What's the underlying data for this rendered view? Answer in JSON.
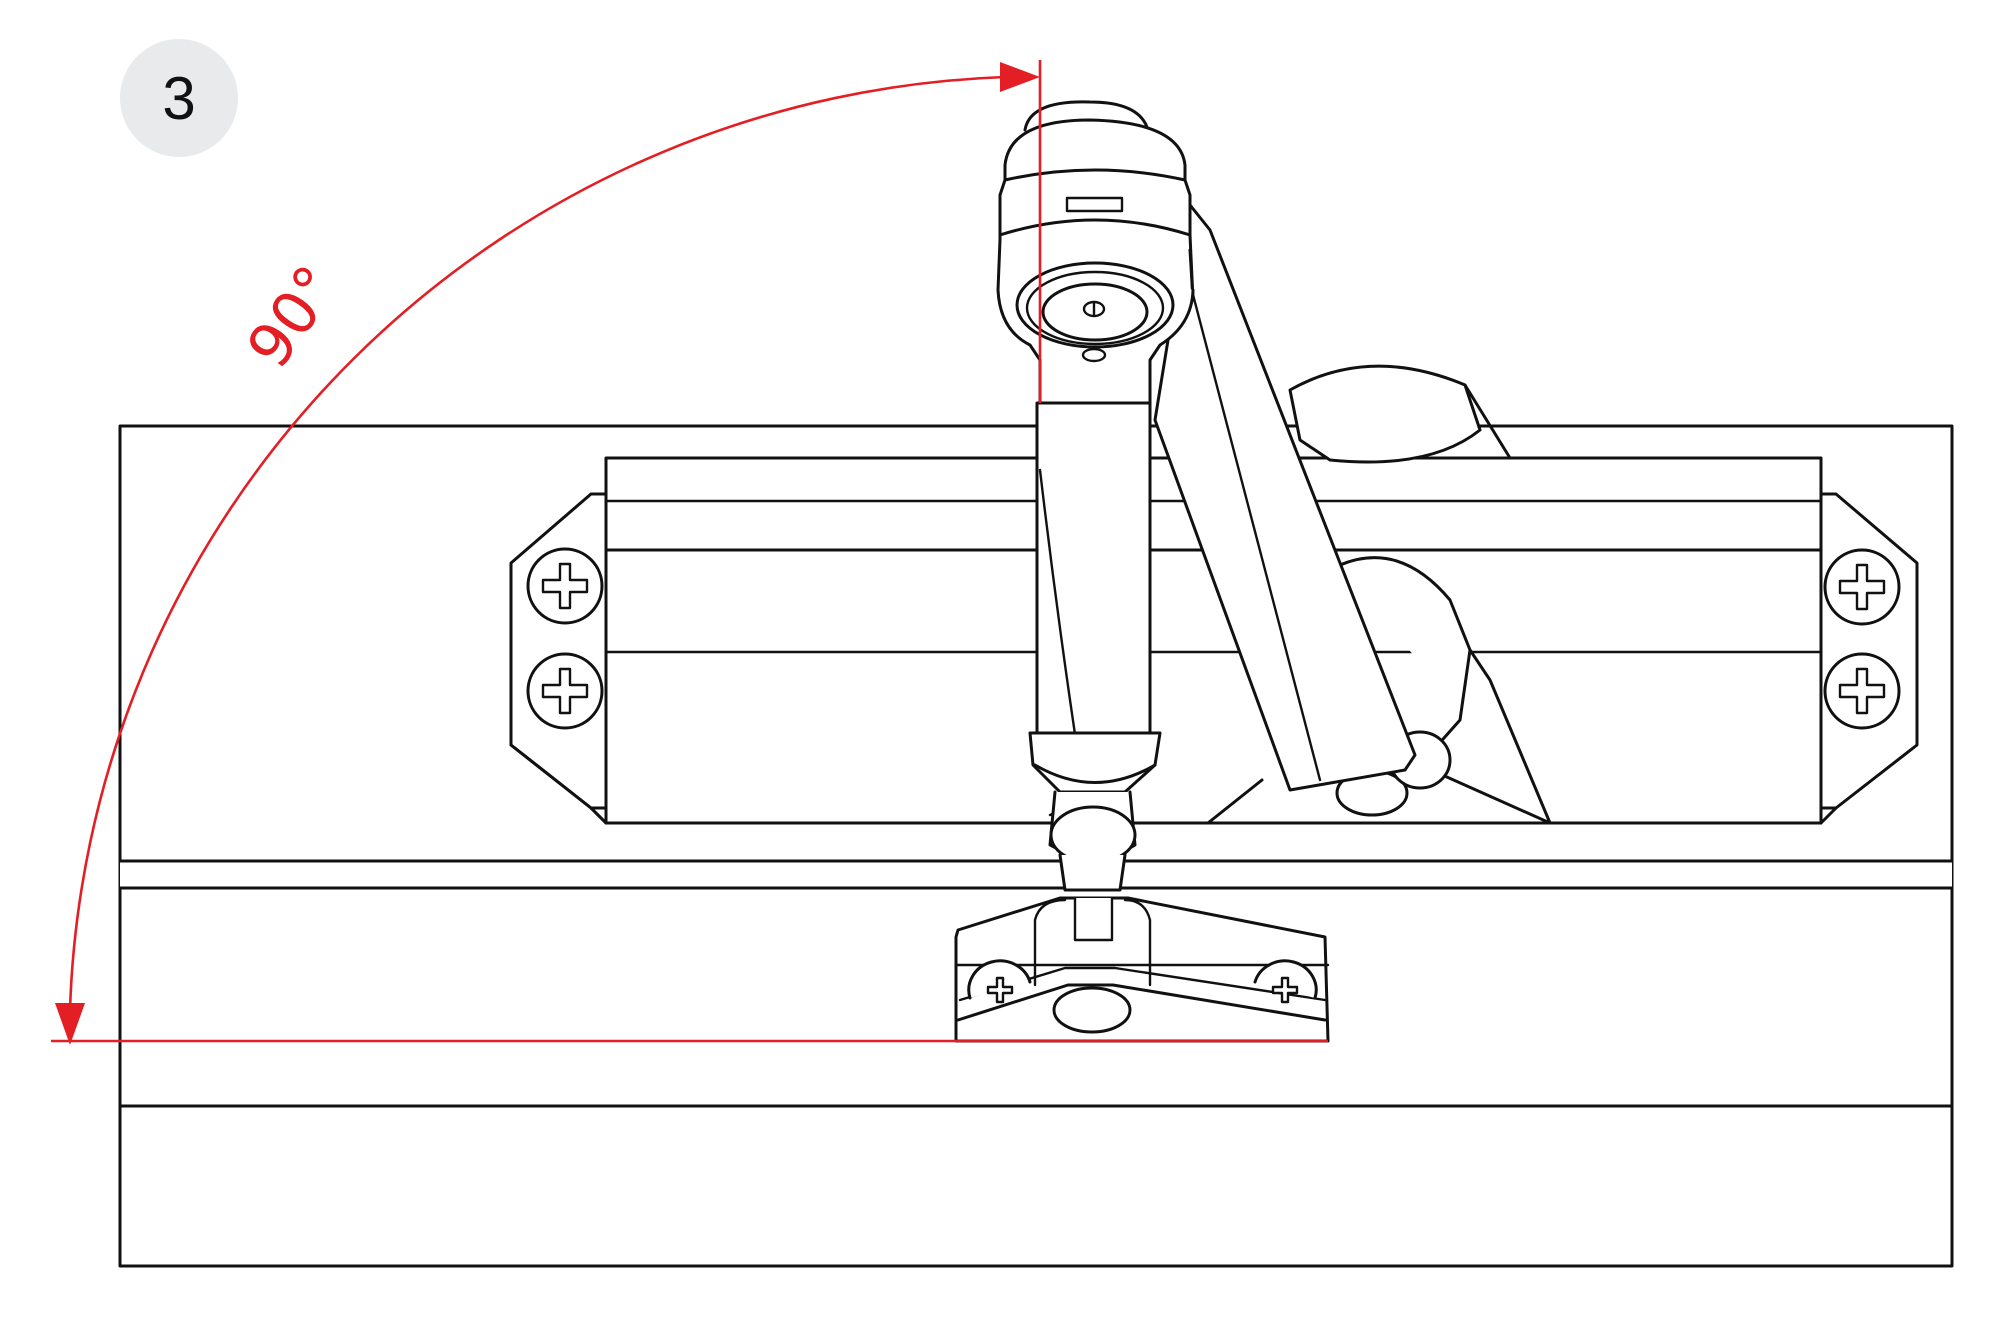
{
  "step": {
    "number": "3"
  },
  "angle": {
    "label": "90°"
  },
  "colors": {
    "accent_red": "#e31e24",
    "badge_fill": "#e8eaeb",
    "frame_fill": "#ecebe4",
    "line": "#111111",
    "part_fill": "#ffffff"
  },
  "illustration": {
    "subject": "door-closer-arm-open-90-degrees",
    "parts": [
      "door-frame",
      "closer-body",
      "end-cap-left",
      "end-cap-right",
      "screw",
      "main-arm",
      "forearm",
      "arm-shoe-bracket",
      "pivot-adjuster-head",
      "angle-arc-arrow"
    ]
  }
}
